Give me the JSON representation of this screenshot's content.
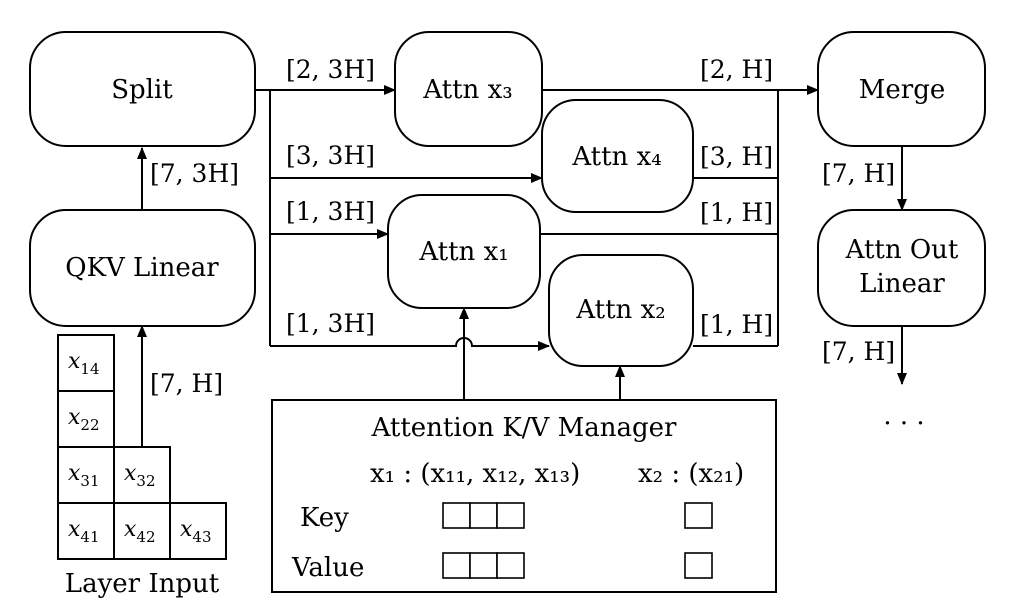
{
  "nodes": {
    "split": "Split",
    "qkv": "QKV Linear",
    "attn_x3": "Attn x₃",
    "attn_x4": "Attn x₄",
    "attn_x1": "Attn x₁",
    "attn_x2": "Attn x₂",
    "merge": "Merge",
    "attn_out_line1": "Attn Out",
    "attn_out_line2": "Linear"
  },
  "edges": {
    "split_to_x3": "[2, 3H]",
    "split_to_x4": "[3, 3H]",
    "split_to_x1": "[1, 3H]",
    "split_to_x2": "[1, 3H]",
    "qkv_to_split": "[7, 3H]",
    "input_to_qkv": "[7, H]",
    "x3_to_merge": "[2, H]",
    "x4_to_merge": "[3, H]",
    "x1_to_merge": "[1, H]",
    "x2_to_merge": "[1, H]",
    "merge_to_out": "[7, H]",
    "out_to_next": "[7, H]"
  },
  "ellipsis": "· · ·",
  "layer_input": {
    "caption": "Layer Input",
    "cells": [
      {
        "base": "x",
        "sub": "14"
      },
      {
        "base": "x",
        "sub": "22"
      },
      {
        "base": "x",
        "sub": "31"
      },
      {
        "base": "x",
        "sub": "32"
      },
      {
        "base": "x",
        "sub": "41"
      },
      {
        "base": "x",
        "sub": "42"
      },
      {
        "base": "x",
        "sub": "43"
      }
    ]
  },
  "kv_manager": {
    "title": "Attention K/V Manager",
    "seq1": "x₁ : (x₁₁, x₁₂, x₁₃)",
    "seq2": "x₂ : (x₂₁)",
    "key_label": "Key",
    "value_label": "Value"
  }
}
